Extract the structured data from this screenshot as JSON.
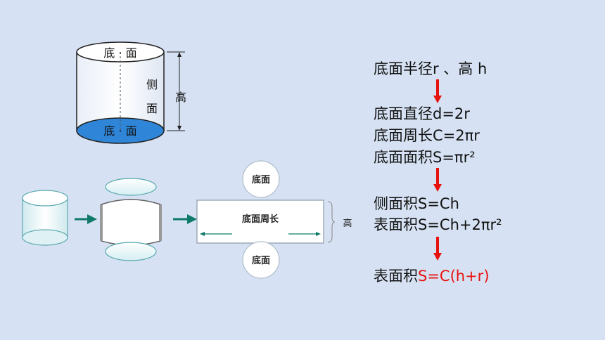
{
  "cylinder_diagram": {
    "top_label": "底 · 面",
    "bottom_label": "底 · 面",
    "side_label_line1": "侧",
    "side_label_line2": "面",
    "height_label": "高"
  },
  "unfold_diagram": {
    "top_circle_label": "底面",
    "bottom_circle_label": "底面",
    "rect_label": "底面周长",
    "height_label": "高"
  },
  "formulas": {
    "line1": "底面半径r 、高  h",
    "line2": "底面直径d=2r",
    "line3": "底面周长C=2πr",
    "line4": "底面面积S=πr²",
    "line5": "侧面积S=Ch",
    "line6": "表面积S=Ch+2πr²",
    "line7_prefix": "表面积",
    "line7_highlight": "S=C(h+r)"
  },
  "colors": {
    "background": "#d6e2f3",
    "cylinder_fill": "#2f86d8",
    "arrow_red": "#e8120c",
    "arrow_teal": "#0f7a6a",
    "highlight_red": "#e8120c"
  }
}
